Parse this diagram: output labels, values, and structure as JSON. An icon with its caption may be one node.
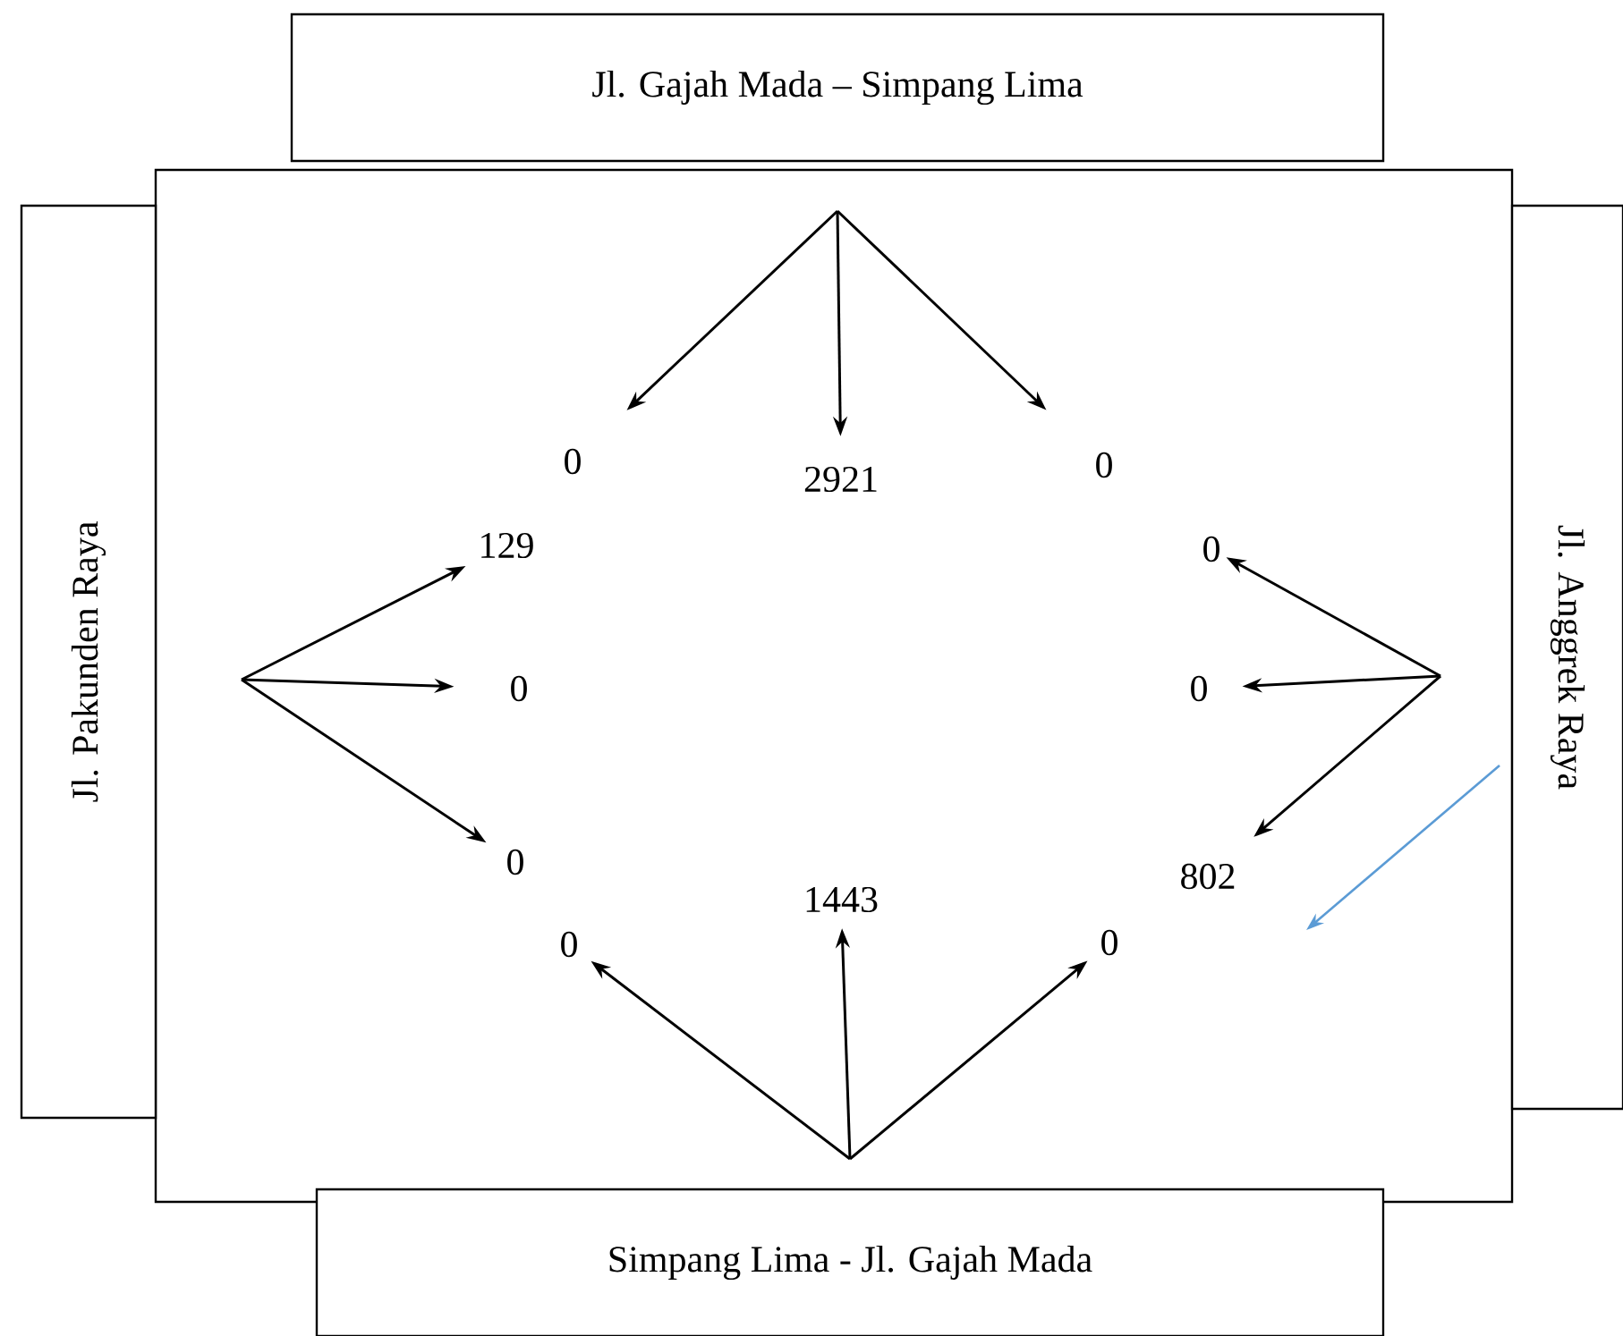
{
  "diagram": {
    "nodes": [
      {
        "text": [
          "Jl. Gajah Mada – Simpang Lima"
        ]
      },
      {
        "text": [
          "Jl. Pakunden Raya"
        ]
      },
      {
        "text": [],
        "shape": "box"
      },
      {
        "text": [
          "Jl. Anggrek Raya"
        ]
      },
      {
        "text": [
          "Simpang Lima - Jl. Gajah Mada"
        ]
      },
      {
        "text": [
          "0"
        ],
        "in": 2
      },
      {
        "text": [
          "2921"
        ],
        "in": 2
      },
      {
        "text": [
          "0"
        ],
        "in": 2
      },
      {
        "text": [
          "129"
        ],
        "in": 2
      },
      {
        "text": [
          "0"
        ],
        "in": 2
      },
      {
        "text": [
          "0"
        ],
        "in": 2
      },
      {
        "text": [
          "0"
        ],
        "in": 2
      },
      {
        "text": [
          "0"
        ],
        "in": 2
      },
      {
        "text": [
          "802"
        ],
        "in": 2
      },
      {
        "text": [
          "1443"
        ],
        "in": 2
      },
      {
        "text": [
          "0"
        ],
        "in": 2
      },
      {
        "text": [
          "0"
        ],
        "in": 2
      }
    ],
    "edges": [
      {
        "from": null,
        "to": 5,
        "arrow": "to"
      },
      {
        "from": null,
        "to": 6,
        "arrow": "to"
      },
      {
        "from": null,
        "to": 7,
        "arrow": "to"
      },
      {
        "from": null,
        "to": 8,
        "arrow": "to"
      },
      {
        "from": null,
        "to": 9,
        "arrow": "to"
      },
      {
        "from": null,
        "to": 10,
        "arrow": "to"
      },
      {
        "from": null,
        "to": 11,
        "arrow": "to"
      },
      {
        "from": null,
        "to": 12,
        "arrow": "to"
      },
      {
        "from": null,
        "to": 13,
        "arrow": "to"
      },
      {
        "from": null,
        "to": 14,
        "arrow": "to"
      },
      {
        "from": null,
        "to": 15,
        "arrow": "to"
      },
      {
        "from": null,
        "to": 16,
        "arrow": "to"
      }
    ]
  }
}
